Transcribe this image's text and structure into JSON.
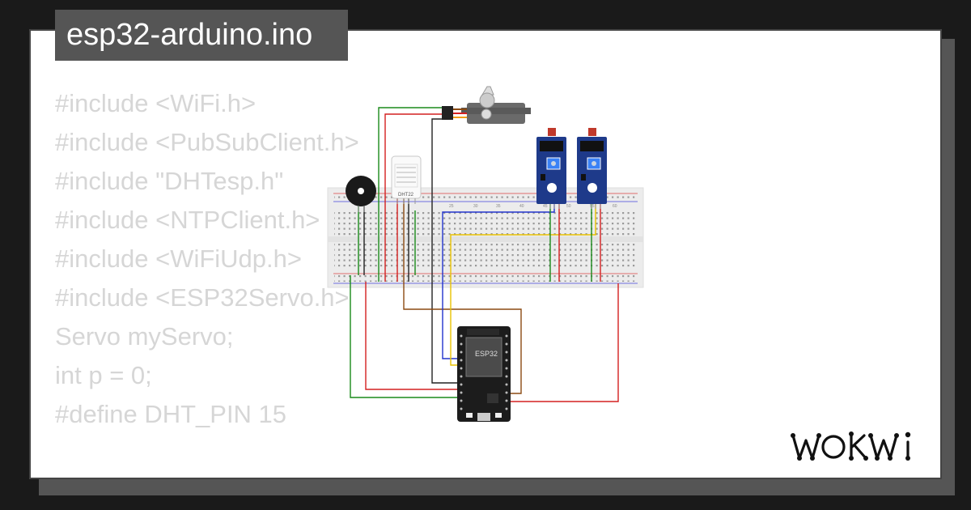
{
  "title": "esp32-arduino.ino",
  "code_lines": [
    "#include <WiFi.h>",
    "#include <PubSubClient.h>",
    "#include \"DHTesp.h\"",
    "#include <NTPClient.h>",
    "#include <WiFiUdp.h>",
    "#include <ESP32Servo.h>",
    "",
    "Servo myServo;",
    "int p = 0;",
    "",
    "#define DHT_PIN 15"
  ],
  "components": {
    "dht_label": "DHT22",
    "esp_label": "ESP32"
  },
  "breadboard_numbers": [
    "25",
    "30",
    "35",
    "40",
    "45",
    "50",
    "55",
    "60"
  ],
  "brand": "WOKWi",
  "colors": {
    "background": "#1a1a1a",
    "card": "#ffffff",
    "title_bg": "#555555",
    "code_text": "#d6d6d6",
    "wire_green": "#1a8a1a",
    "wire_red": "#d42020",
    "wire_black": "#222222",
    "wire_brown": "#8b4a12",
    "wire_blue": "#2233cc",
    "wire_yellow": "#e8c200",
    "module_blue": "#1e3a8a"
  }
}
